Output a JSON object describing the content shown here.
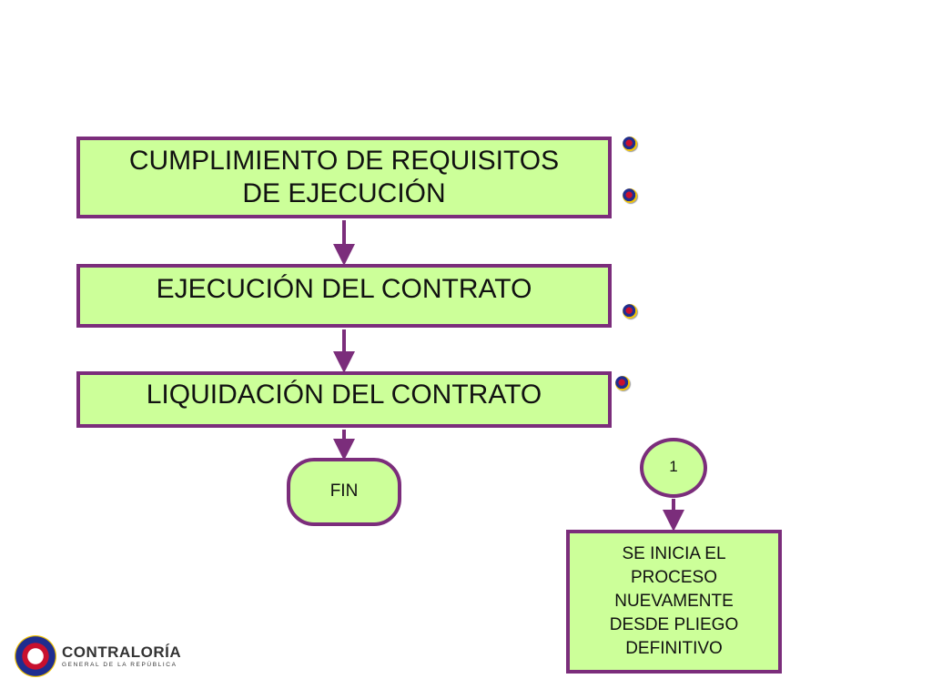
{
  "flow": {
    "step1": "CUMPLIMIENTO DE REQUISITOS\nDE EJECUCIÓN",
    "step2": "EJECUCIÓN DEL CONTRATO",
    "step3": "LIQUIDACIÓN DEL CONTRATO",
    "end": "FIN"
  },
  "connector": {
    "label": "1",
    "note": "SE INICIA EL\nPROCESO\nNUEVAMENTE\nDESDE PLIEGO\nDEFINITIVO"
  },
  "logo": {
    "name": "CONTRALORÍA",
    "subtitle": "GENERAL DE LA REPÚBLICA"
  },
  "colors": {
    "box_fill": "#ccff99",
    "box_border": "#7b2d7b",
    "arrow": "#7b2d7b"
  },
  "icons": [
    "bullet-icon",
    "contraloria-seal-icon"
  ]
}
